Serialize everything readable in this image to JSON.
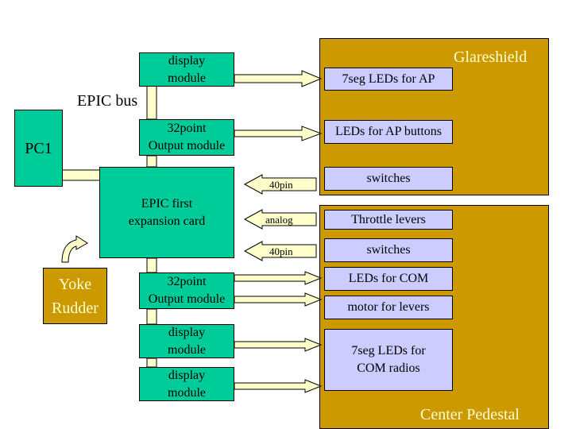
{
  "regions": {
    "glareshield": "Glareshield",
    "center_pedestal": "Center Pedestal"
  },
  "labels": {
    "epic_bus": "EPIC bus",
    "pc": "PC1",
    "yoke": "Yoke\nRudder"
  },
  "modules": {
    "display_top": "display\nmodule",
    "output_top": "32point\nOutput module",
    "epic_card": "EPIC first\nexpansion card",
    "output_bottom": "32point\nOutput module",
    "display_mid": "display\nmodule",
    "display_bottom": "display\nmodule"
  },
  "targets": {
    "led_ap": "7seg LEDs for AP",
    "led_ap_buttons": "LEDs for AP buttons",
    "switches_glare": "switches",
    "throttle": "Throttle levers",
    "switches_pedestal": "switches",
    "led_com": "LEDs for COM",
    "motor": "motor for levers",
    "seg_com": "7seg LEDs for\nCOM radios"
  },
  "arrow_labels": {
    "pin40_a": "40pin",
    "analog": "analog",
    "pin40_b": "40pin"
  },
  "colors": {
    "module": "#00cc99",
    "panel": "#cc9900",
    "target": "#ccccff",
    "bus": "#ffffcc",
    "region_text": "#ffffcc"
  }
}
